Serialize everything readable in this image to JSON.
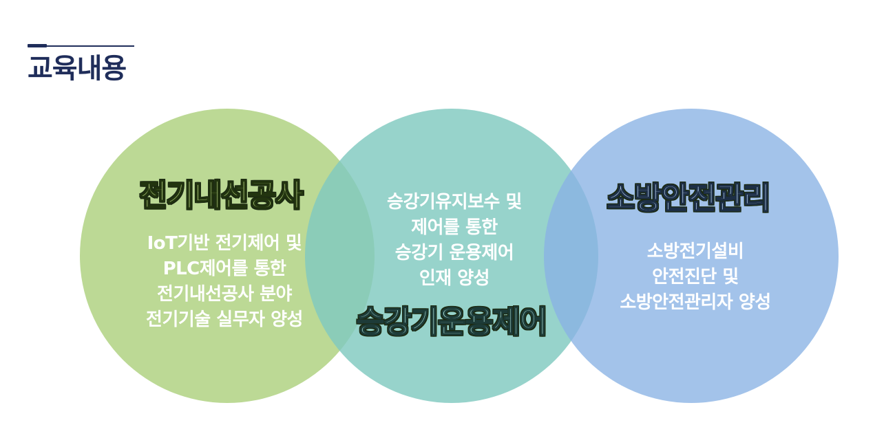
{
  "heading": {
    "title": "교육내용"
  },
  "circles": [
    {
      "title": "전기내선공사",
      "lines": [
        "IoT기반 전기제어 및",
        "PLC제어를 통한",
        "전기내선공사 분야",
        "전기기술 실무자 양성"
      ]
    },
    {
      "title": "승강기운용제어",
      "lines": [
        "승강기유지보수 및",
        "제어를 통한",
        "승강기 운용제어",
        "인재 양성"
      ]
    },
    {
      "title": "소방안전관리",
      "lines": [
        "소방전기설비",
        "안전진단 및",
        "소방안전관리자 양성"
      ]
    }
  ],
  "colors": {
    "heading": "#1f2d5a",
    "circle_green": "#bcd995",
    "circle_teal": "#80c9bf",
    "circle_blue": "#89b2e4"
  }
}
